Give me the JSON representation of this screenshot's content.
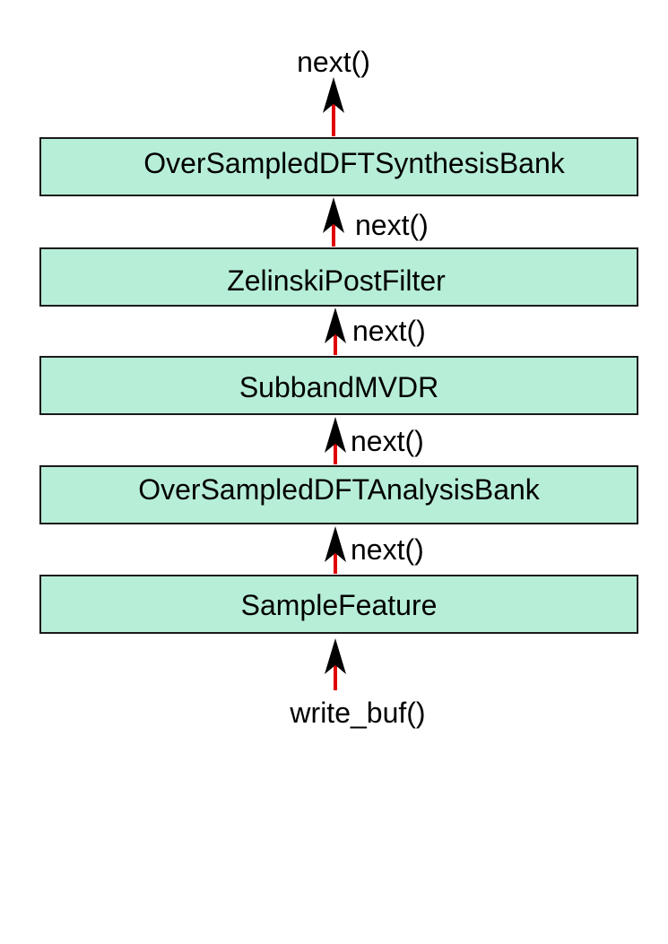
{
  "colors": {
    "box_fill": "#b7eed8",
    "box_stroke": "#1a1a1a",
    "arrow_shaft": "#e00000",
    "arrow_head": "#000000",
    "text": "#000000"
  },
  "top_output": {
    "label": "next()"
  },
  "boxes": [
    {
      "label": "OverSampledDFTSynthesisBank"
    },
    {
      "label": "ZelinskiPostFilter"
    },
    {
      "label": "SubbandMVDR"
    },
    {
      "label": "OverSampledDFTAnalysisBank"
    },
    {
      "label": "SampleFeature"
    }
  ],
  "connectors": [
    {
      "from": "ZelinskiPostFilter",
      "to": "OverSampledDFTSynthesisBank",
      "label": "next()"
    },
    {
      "from": "SubbandMVDR",
      "to": "ZelinskiPostFilter",
      "label": "next()"
    },
    {
      "from": "OverSampledDFTAnalysisBank",
      "to": "SubbandMVDR",
      "label": "next()"
    },
    {
      "from": "SampleFeature",
      "to": "OverSampledDFTAnalysisBank",
      "label": "next()"
    }
  ],
  "bottom_input": {
    "label": "write_buf()"
  }
}
